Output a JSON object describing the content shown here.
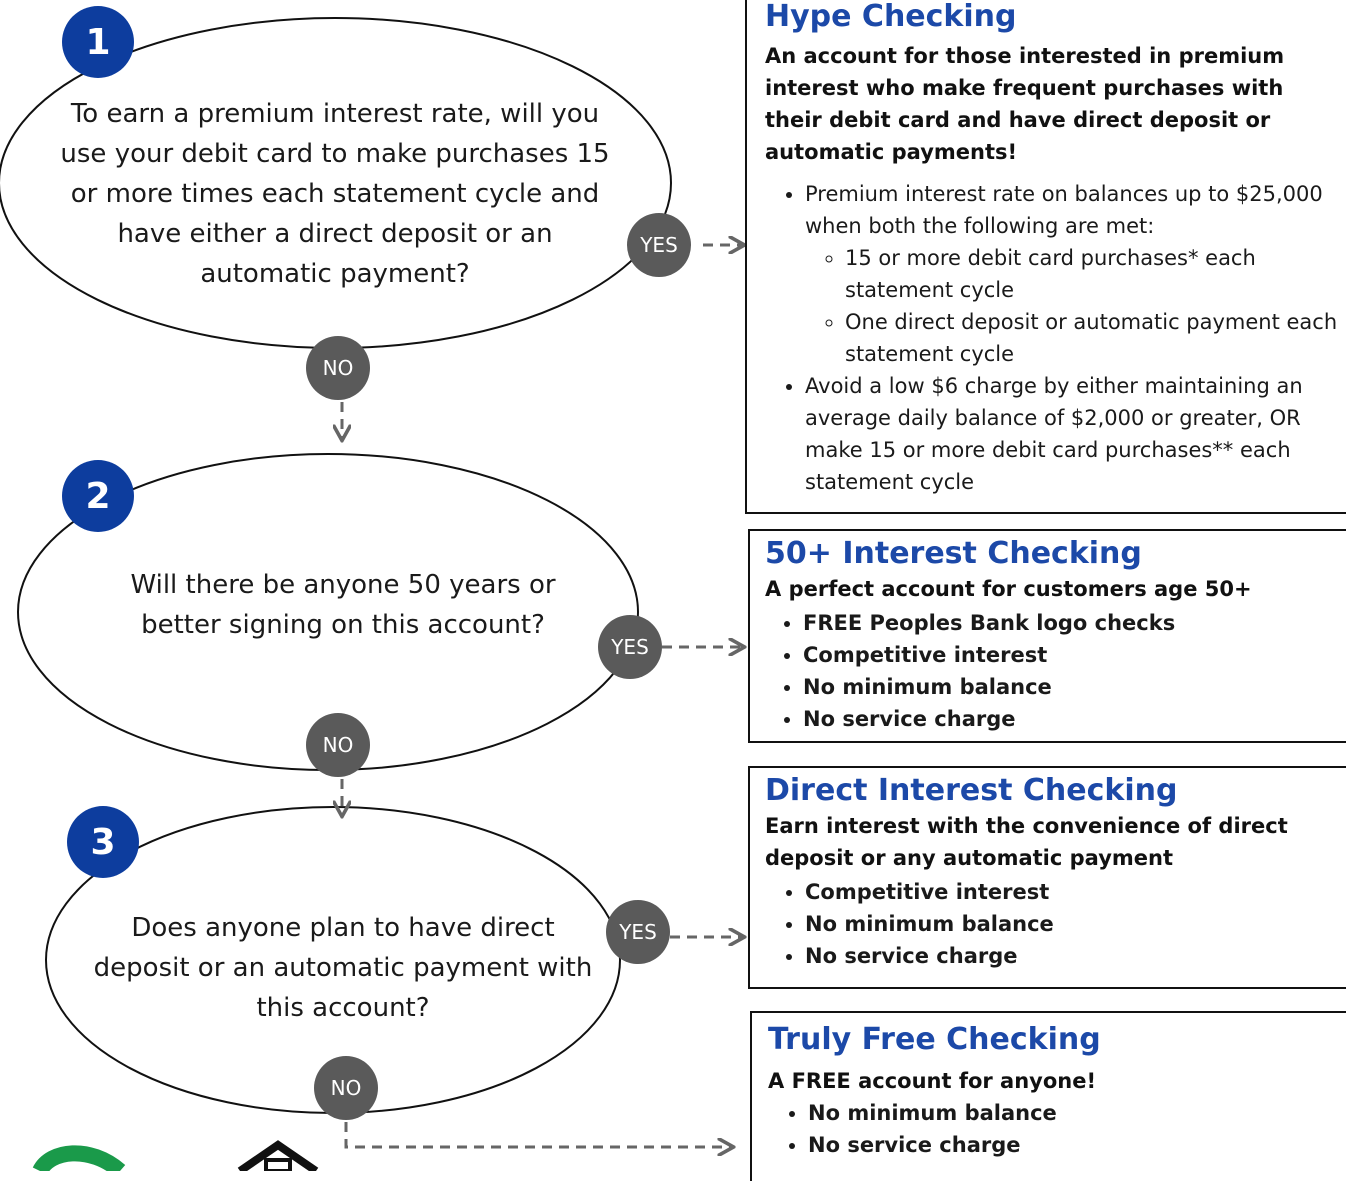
{
  "steps": [
    {
      "number": "1",
      "question": "To earn a premium interest rate, will you use your debit card to make purchases 15 or more times each statement cycle and have either a direct deposit or an automatic payment?",
      "yes_label": "YES",
      "no_label": "NO"
    },
    {
      "number": "2",
      "question": "Will there be anyone 50 years or better signing on this account?",
      "yes_label": "YES",
      "no_label": "NO"
    },
    {
      "number": "3",
      "question": "Does anyone plan to have direct deposit or an automatic payment with this account?",
      "yes_label": "YES",
      "no_label": "NO"
    }
  ],
  "accounts": [
    {
      "title": "Hype Checking",
      "subtitle": "An account for those interested in premium interest who make frequent purchases with their debit card and have direct deposit or automatic payments!",
      "bullets": [
        "Premium interest rate on balances up to $25,000 when both the following are met:",
        "Avoid a low $6 charge by either maintaining an average daily balance of $2,000 or greater, OR make 15 or more debit card purchases** each statement cycle"
      ],
      "sub_bullets": [
        "15 or more debit card purchases* each statement cycle",
        "One direct deposit or automatic payment each statement cycle"
      ]
    },
    {
      "title": "50+ Interest Checking",
      "subtitle": "A perfect account for customers age 50+",
      "bullets": [
        "FREE Peoples Bank logo checks",
        "Competitive interest",
        "No minimum balance",
        "No service charge"
      ]
    },
    {
      "title": "Direct Interest Checking",
      "subtitle": "Earn interest with the convenience of direct deposit or any automatic payment",
      "bullets": [
        "Competitive interest",
        "No minimum balance",
        "No service charge"
      ]
    },
    {
      "title": "Truly Free Checking",
      "subtitle": "A FREE account for anyone!",
      "bullets": [
        "No minimum balance",
        "No service charge"
      ]
    }
  ],
  "colors": {
    "step_badge": "#0d3d9e",
    "answer_circle": "#5a5a5a",
    "account_title": "#1c49a8",
    "connector": "#666666",
    "logo_green": "#1a9a4a"
  },
  "icons": {
    "arrow": "arrow-right-icon",
    "arrow_down": "arrow-down-icon",
    "logo": "bank-logo-icon",
    "house": "house-icon"
  }
}
